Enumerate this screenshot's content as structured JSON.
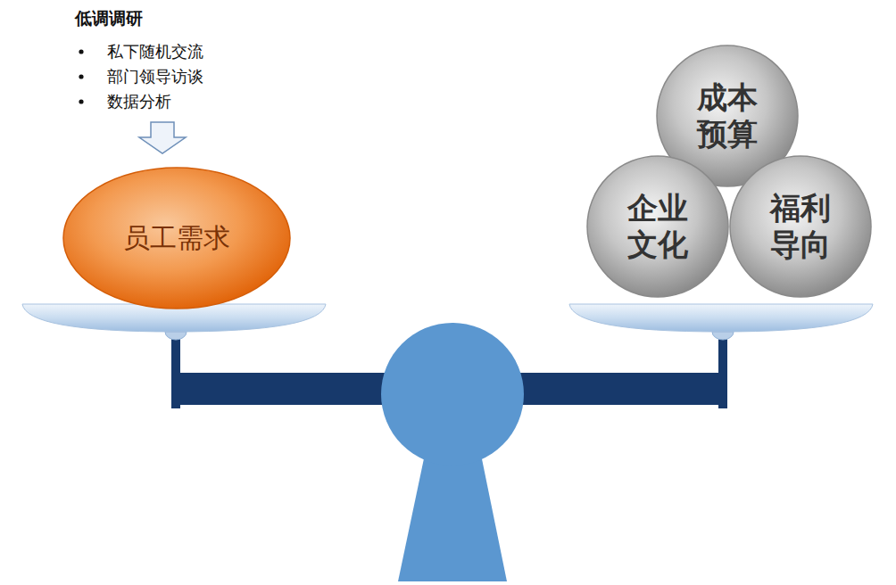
{
  "diagram": {
    "nodes": [
      {
        "text": [
          "员工需求"
        ]
      },
      {
        "text": [
          "成本 预算"
        ]
      },
      {
        "text": [
          "企业 文化"
        ]
      },
      {
        "text": [
          "福利 导向"
        ]
      }
    ],
    "labels": [
      "低调调研",
      "私下随机交流",
      "部门领导访谈",
      "数据分析"
    ]
  }
}
